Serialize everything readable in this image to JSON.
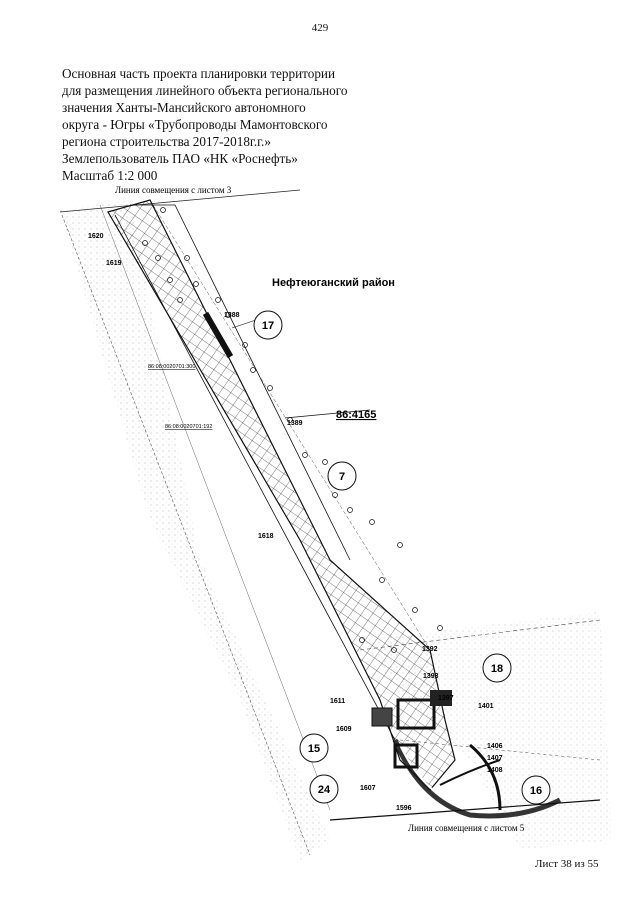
{
  "page_number": "429",
  "header": {
    "lines": [
      "Основная часть проекта планировки территории",
      "для размещения линейного объекта регионального",
      "значения Ханты-Мансийского автономного",
      "округа - Югры «Трубопроводы Мамонтовского",
      "региона строительства 2017-2018г.г.»",
      "Землепользователь ПАО «НК «Роснефть»",
      "Масштаб 1:2 000"
    ]
  },
  "map": {
    "top_link": "Линия совмещения с листом 3",
    "bottom_link": "Линия совмещения с листом 5",
    "district": "Нефтеюганский район",
    "cadastral_main": "86:4165",
    "cadastral_1": "86:08:0020701:300",
    "cadastral_2": "86:08:0020701:192",
    "points": [
      "1620",
      "1619",
      "1388",
      "1389",
      "1618",
      "1392",
      "1393",
      "1397",
      "1401",
      "1611",
      "1609",
      "1406",
      "1407",
      "1408",
      "1607",
      "1596"
    ],
    "circles": [
      "17",
      "7",
      "18",
      "15",
      "24",
      "16"
    ]
  },
  "footer": "Лист 38 из 55"
}
